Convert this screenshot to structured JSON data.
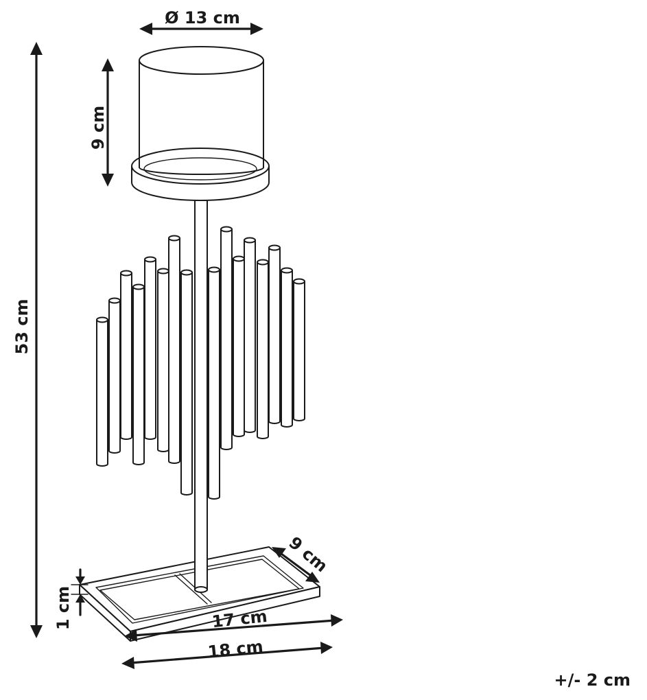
{
  "dimensions": {
    "diameter": "Ø 13 cm",
    "holder_height": "9 cm",
    "total_height": "53 cm",
    "base_depth": "9 cm",
    "base_height": "1 cm",
    "base_inner_length": "17 cm",
    "base_length": "18 cm"
  },
  "tolerance": "+/- 2 cm"
}
